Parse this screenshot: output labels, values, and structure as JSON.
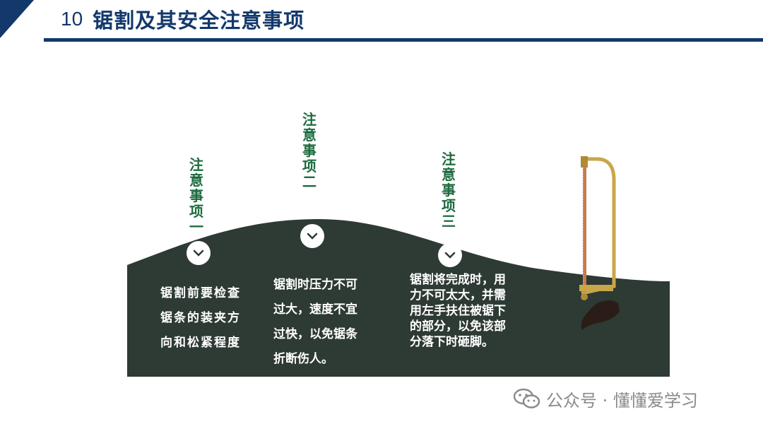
{
  "header": {
    "number": "10",
    "title": "锯割及其安全注意事项"
  },
  "items": [
    {
      "label": "注意事项一",
      "text": "锯割前要检查锯条的装夹方向和松紧程度"
    },
    {
      "label": "注意事项二",
      "text": "锯割时压力不可过大，速度不宜过快，以免锯条折断伤人。"
    },
    {
      "label": "注意事项三",
      "text": "锯割将完成时，用力不可太大，并需用左手扶住被锯下的部分，以免该部分落下时砸脚。"
    }
  ],
  "icons": {
    "chevron": "chevron-down-icon",
    "saw": "hacksaw-icon",
    "watermark": "wechat-icon"
  },
  "watermark": {
    "text": "公众号 · 懂懂爱学习"
  },
  "colors": {
    "header_navy": "#13386b",
    "wave": "#2e3a34",
    "label_green": "#1e6b3f",
    "saw_gold": "#c9a64a"
  }
}
